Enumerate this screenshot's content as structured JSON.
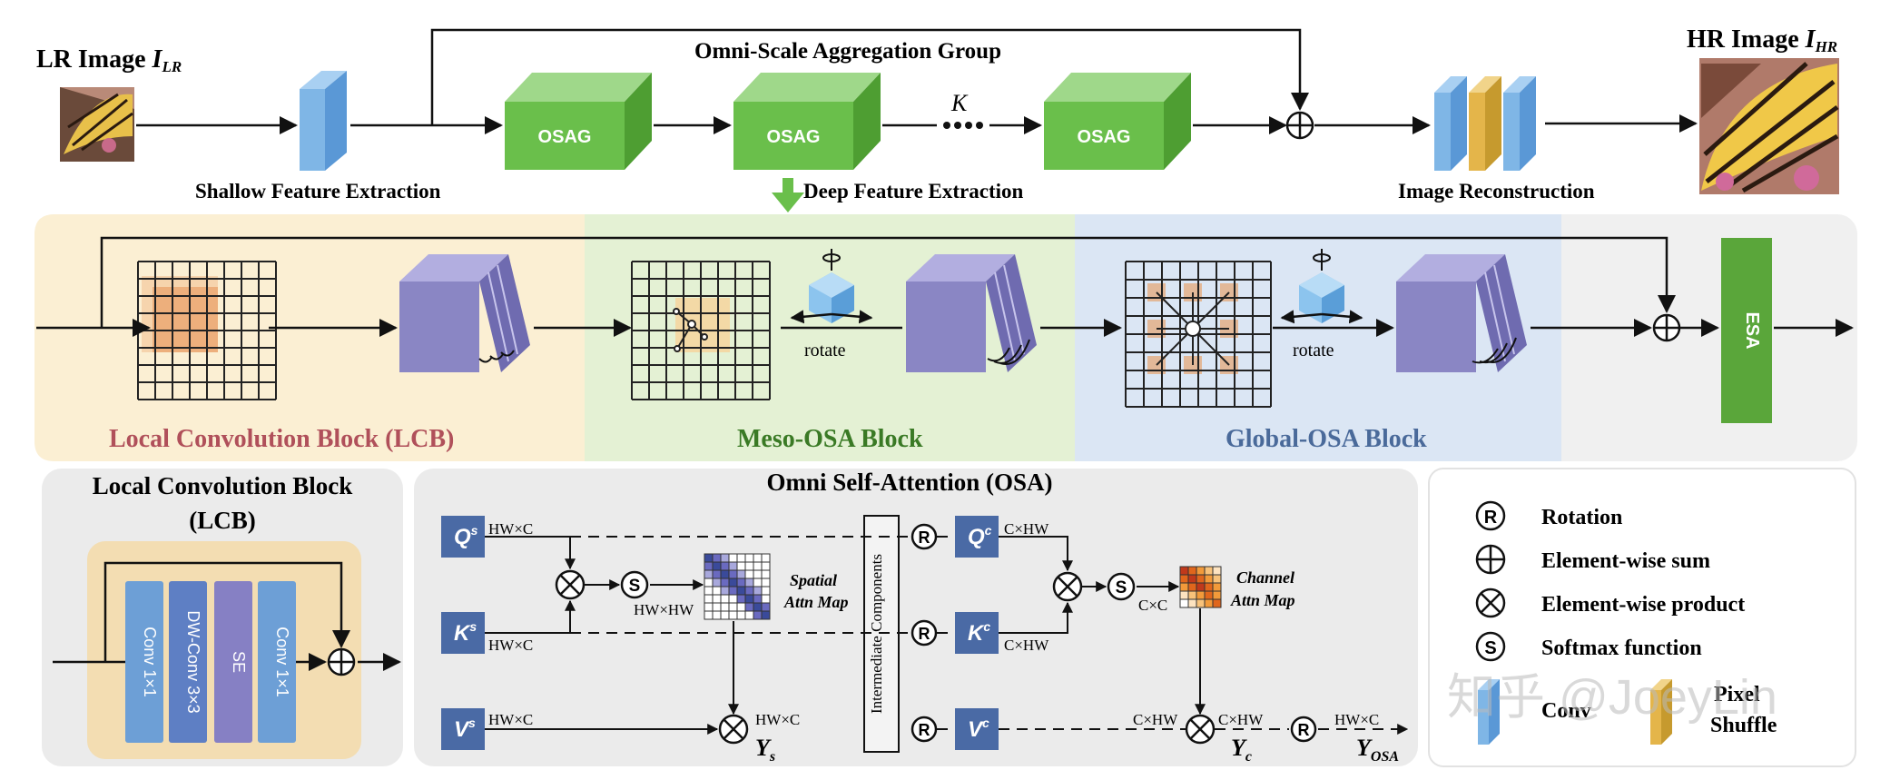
{
  "top": {
    "lr_label": "LR Image",
    "lr_sym": "I",
    "lr_sub": "LR",
    "hr_label": "HR Image",
    "hr_sym": "I",
    "hr_sub": "HR",
    "group_title": "Omni-Scale Aggregation Group",
    "osag": [
      "OSAG",
      "OSAG",
      "OSAG"
    ],
    "k_label": "K",
    "shallow": "Shallow Feature Extraction",
    "deep": "Deep Feature Extraction",
    "recon": "Image Reconstruction"
  },
  "middle": {
    "lcb": "Local Convolution Block (LCB)",
    "meso": "Meso-OSA Block",
    "global": "Global-OSA Block",
    "rotate_1": "rotate",
    "rotate_2": "rotate",
    "esa": "ESA"
  },
  "lcb_panel": {
    "title_1": "Local Convolution Block",
    "title_2": "(LCB)",
    "layers": [
      "Conv 1×1",
      "DW-Conv 3×3",
      "SE",
      "Conv 1×1"
    ]
  },
  "osa_panel": {
    "title": "Omni Self-Attention (OSA)",
    "q_s": "Q",
    "k_s": "K",
    "v_s": "V",
    "s_sup": "s",
    "q_c": "Q",
    "k_c": "K",
    "v_c": "V",
    "c_sup": "c",
    "hwc_q": "HW×C",
    "hwc_k": "HW×C",
    "hwc_v": "HW×C",
    "hwhw": "HW×HW",
    "spatial_1": "Spatial",
    "spatial_2": "Attn Map",
    "hwc_after": "HW×C",
    "ys": "Y",
    "ys_sub": "s",
    "intermediate": "Intermediate Components",
    "chw_q": "C×HW",
    "chw_k": "C×HW",
    "cc": "C×C",
    "channel_1": "Channel",
    "channel_2": "Attn Map",
    "chw_v": "C×HW",
    "chw_after": "C×HW",
    "yc": "Y",
    "yc_sub": "c",
    "hwc_out": "HW×C",
    "yosa": "Y",
    "yosa_sub": "OSA"
  },
  "legend": {
    "rotation": "Rotation",
    "sum": "Element-wise sum",
    "product": "Element-wise product",
    "softmax": "Softmax function",
    "conv": "Conv",
    "pixel_1": "Pixel",
    "pixel_2": "Shuffle",
    "r_glyph": "R",
    "s_glyph": "S"
  },
  "watermark": "知乎 @JoeyLin",
  "colors": {
    "osag_green": "#6abf4b",
    "conv_blue": "#7fb6e6",
    "shuffle_gold": "#e4b54a",
    "lcb_bg": "#fbefd3",
    "meso_bg": "#e4f1d4",
    "global_bg": "#dbe6f4",
    "lcb_text": "#b0505a",
    "meso_text": "#3a7a25",
    "global_text": "#4a6a9a",
    "cube_purple": "#8a86c4",
    "qkv_blue": "#4a6aa5",
    "esa_green": "#5aa63a"
  }
}
